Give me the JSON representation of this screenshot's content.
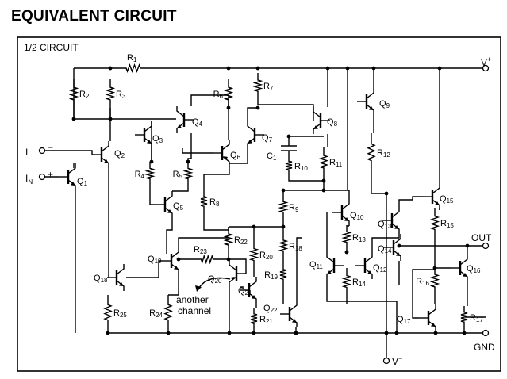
{
  "title": "EQUIVALENT CIRCUIT",
  "frame_label": "1/2 CIRCUIT",
  "pins": {
    "vplus": "V+",
    "in_minus": "I",
    "in_minus_sub": "I",
    "in_minus_sign": "−",
    "in_plus": "I",
    "in_plus_sub": "N",
    "in_plus_sign": "+",
    "out": "OUT",
    "gnd": "GND",
    "vminus": "V−"
  },
  "note": [
    "another",
    "channel"
  ],
  "resistors": [
    "R1",
    "R2",
    "R3",
    "R4",
    "R5",
    "R6",
    "R7",
    "R8",
    "R9",
    "R10",
    "R11",
    "R12",
    "R13",
    "R14",
    "R15",
    "R16",
    "R17",
    "R18",
    "R19",
    "R20",
    "R21",
    "R22",
    "R23",
    "R24",
    "R25"
  ],
  "transistors": [
    "Q1",
    "Q2",
    "Q3",
    "Q4",
    "Q5",
    "Q6",
    "Q7",
    "Q8",
    "Q9",
    "Q10",
    "Q11",
    "Q12",
    "Q13",
    "Q14",
    "Q15",
    "Q16",
    "Q17",
    "Q18",
    "Q19",
    "Q20",
    "Q21",
    "Q22"
  ],
  "capacitors": [
    "C1"
  ]
}
